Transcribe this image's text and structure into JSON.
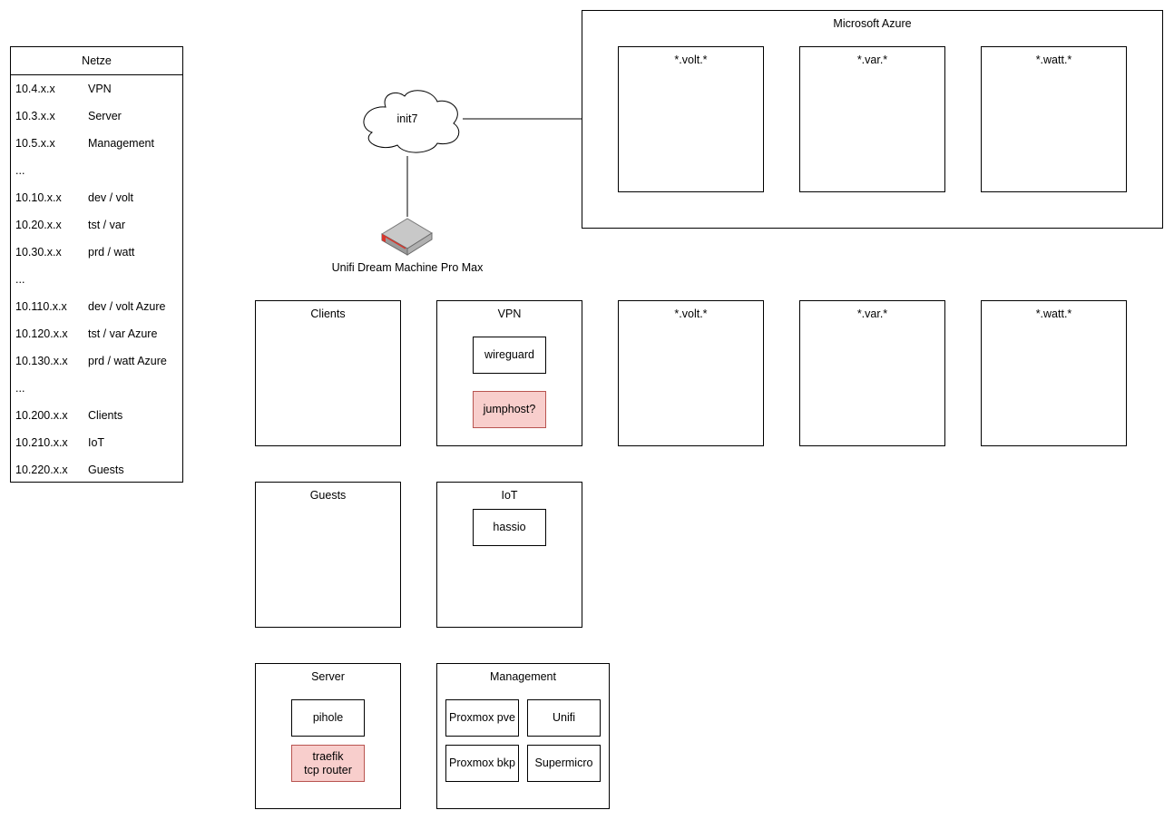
{
  "legend": {
    "title": "Netze",
    "rows": [
      {
        "ip": "10.4.x.x",
        "name": "VPN"
      },
      {
        "ip": "10.3.x.x",
        "name": "Server"
      },
      {
        "ip": "10.5.x.x",
        "name": "Management"
      },
      {
        "ip": "...",
        "name": ""
      },
      {
        "ip": "10.10.x.x",
        "name": "dev / volt"
      },
      {
        "ip": "10.20.x.x",
        "name": "tst / var"
      },
      {
        "ip": "10.30.x.x",
        "name": "prd / watt"
      },
      {
        "ip": "...",
        "name": ""
      },
      {
        "ip": "10.110.x.x",
        "name": "dev / volt Azure"
      },
      {
        "ip": "10.120.x.x",
        "name": "tst / var Azure"
      },
      {
        "ip": "10.130.x.x",
        "name": "prd / watt Azure"
      },
      {
        "ip": "...",
        "name": ""
      },
      {
        "ip": "10.200.x.x",
        "name": "Clients"
      },
      {
        "ip": "10.210.x.x",
        "name": "IoT"
      },
      {
        "ip": "10.220.x.x",
        "name": "Guests"
      }
    ]
  },
  "internet": {
    "label": "init7"
  },
  "router": {
    "label": "Unifi Dream Machine Pro Max"
  },
  "azure": {
    "title": "Microsoft Azure",
    "zones": [
      "*.volt.*",
      "*.var.*",
      "*.watt.*"
    ]
  },
  "onprem": {
    "clients": {
      "title": "Clients"
    },
    "vpn": {
      "title": "VPN",
      "items": [
        "wireguard",
        "jumphost?"
      ]
    },
    "volt": {
      "title": "*.volt.*"
    },
    "var": {
      "title": "*.var.*"
    },
    "watt": {
      "title": "*.watt.*"
    },
    "guests": {
      "title": "Guests"
    },
    "iot": {
      "title": "IoT",
      "items": [
        "hassio"
      ]
    },
    "server": {
      "title": "Server",
      "items": [
        "pihole",
        "traefik\ntcp router"
      ]
    },
    "management": {
      "title": "Management",
      "items": [
        "Proxmox pve",
        "Unifi",
        "Proxmox bkp",
        "Supermicro"
      ]
    }
  },
  "colors": {
    "highlight_fill": "#f8cecc",
    "highlight_stroke": "#b85450"
  }
}
